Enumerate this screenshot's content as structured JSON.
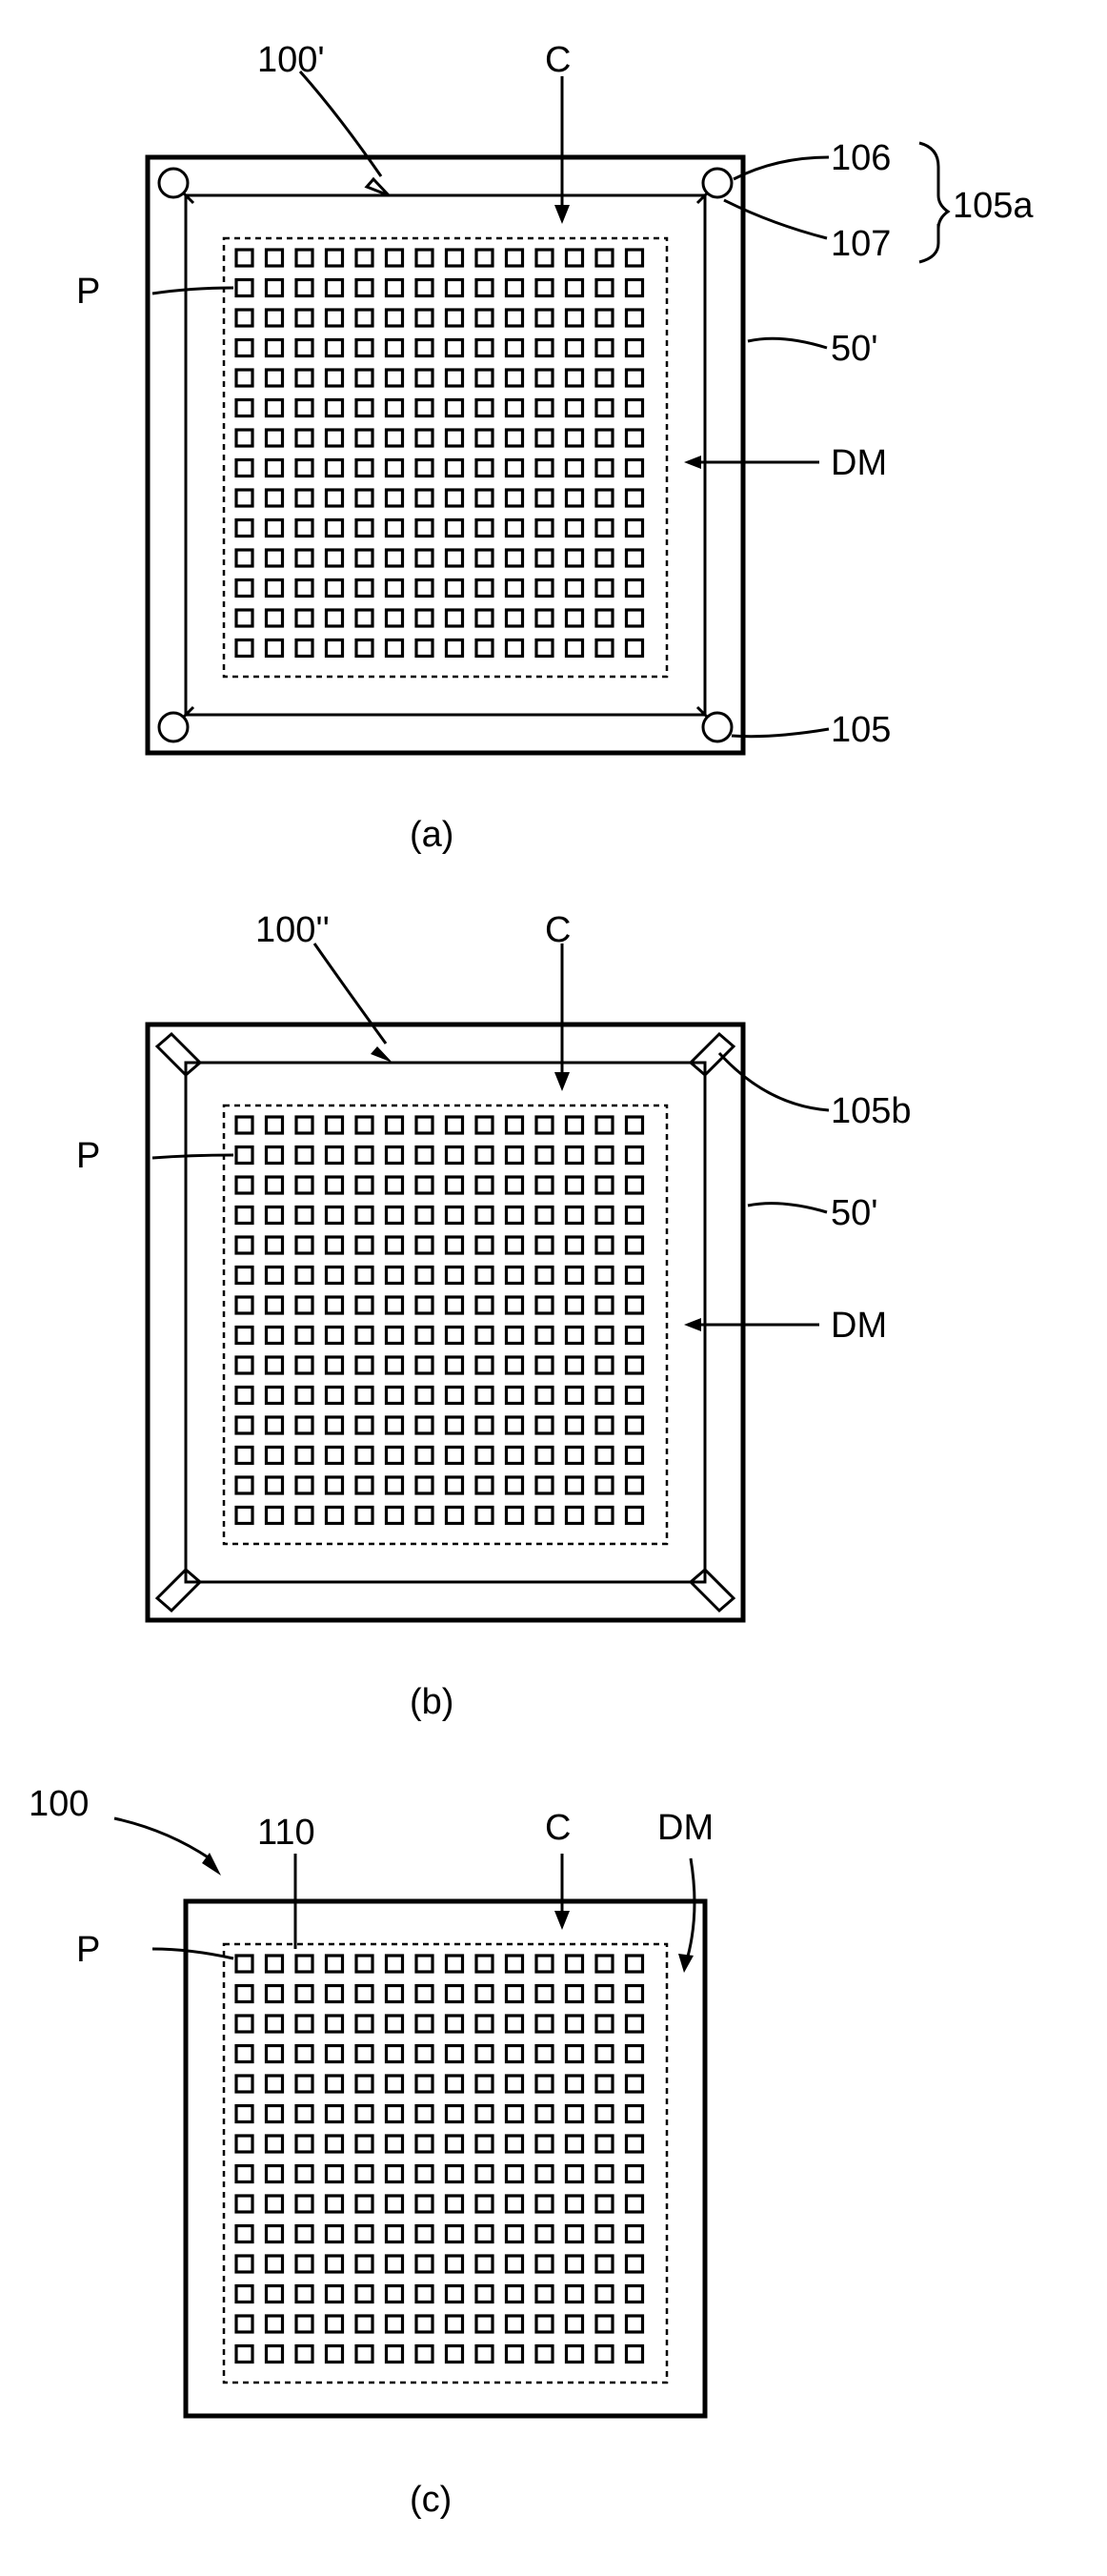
{
  "figures": [
    {
      "id": "a",
      "caption": "(a)",
      "labels": {
        "package": "100'",
        "chip": "C",
        "pad": "P",
        "hole": "106",
        "groove": "107",
        "group": "105a",
        "frame": "50'",
        "dam": "DM",
        "vent": "105"
      },
      "pad_grid": {
        "rows": 14,
        "cols": 14
      }
    },
    {
      "id": "b",
      "caption": "(b)",
      "labels": {
        "package": "100''",
        "chip": "C",
        "pad": "P",
        "slot": "105b",
        "frame": "50'",
        "dam": "DM"
      },
      "pad_grid": {
        "rows": 14,
        "cols": 14
      }
    },
    {
      "id": "c",
      "caption": "(c)",
      "labels": {
        "package": "100",
        "substrate": "110",
        "chip": "C",
        "dam": "DM",
        "pad": "P"
      },
      "pad_grid": {
        "rows": 14,
        "cols": 14
      }
    }
  ],
  "colors": {
    "ink": "#000000",
    "paper": "#ffffff"
  }
}
